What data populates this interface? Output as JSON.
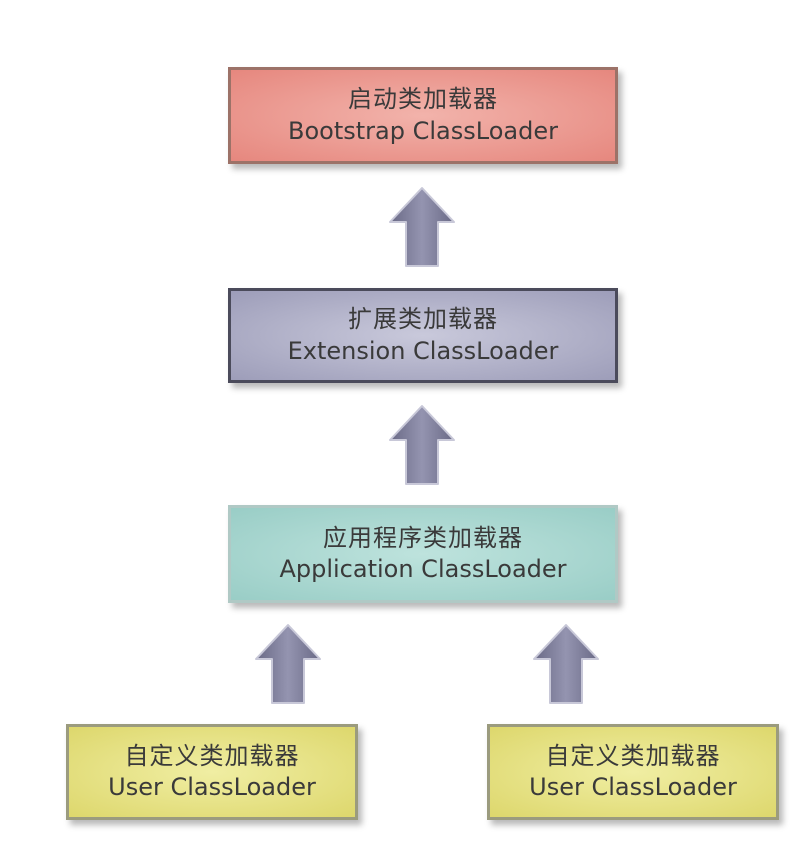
{
  "boxes": {
    "bootstrap": {
      "zh": "启动类加载器",
      "en": "Bootstrap  ClassLoader"
    },
    "extension": {
      "zh": "扩展类加载器",
      "en": "Extension  ClassLoader"
    },
    "application": {
      "zh": "应用程序类加载器",
      "en": "Application  ClassLoader"
    },
    "user_left": {
      "zh": "自定义类加载器",
      "en": "User  ClassLoader"
    },
    "user_right": {
      "zh": "自定义类加载器",
      "en": "User  ClassLoader"
    }
  },
  "colors": {
    "bootstrap": "#e6877e",
    "extension": "#9d9db9",
    "application": "#99cdc6",
    "user": "#ddd76c",
    "arrow": "#7d7d99"
  }
}
